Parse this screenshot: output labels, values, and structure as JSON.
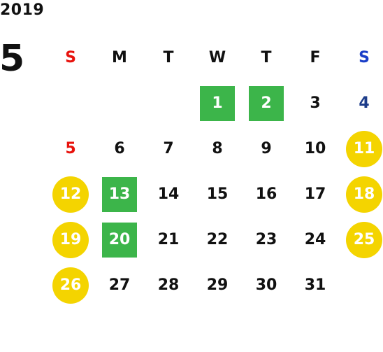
{
  "calendar": {
    "year": "2019",
    "month": "5",
    "weekdays": [
      "S",
      "M",
      "T",
      "W",
      "T",
      "F",
      "S"
    ],
    "weeks": [
      [
        {
          "day": ""
        },
        {
          "day": ""
        },
        {
          "day": ""
        },
        {
          "day": "1",
          "mark": "green-box"
        },
        {
          "day": "2",
          "mark": "green-box"
        },
        {
          "day": "3"
        },
        {
          "day": "4",
          "tone": "saturday"
        }
      ],
      [
        {
          "day": "5",
          "tone": "sunday"
        },
        {
          "day": "6"
        },
        {
          "day": "7"
        },
        {
          "day": "8"
        },
        {
          "day": "9"
        },
        {
          "day": "10"
        },
        {
          "day": "11",
          "mark": "yellow-circle"
        }
      ],
      [
        {
          "day": "12",
          "mark": "yellow-circle"
        },
        {
          "day": "13",
          "mark": "green-box"
        },
        {
          "day": "14"
        },
        {
          "day": "15"
        },
        {
          "day": "16"
        },
        {
          "day": "17"
        },
        {
          "day": "18",
          "mark": "yellow-circle"
        }
      ],
      [
        {
          "day": "19",
          "mark": "yellow-circle"
        },
        {
          "day": "20",
          "mark": "green-box"
        },
        {
          "day": "21"
        },
        {
          "day": "22"
        },
        {
          "day": "23"
        },
        {
          "day": "24"
        },
        {
          "day": "25",
          "mark": "yellow-circle"
        }
      ],
      [
        {
          "day": "26",
          "mark": "yellow-circle"
        },
        {
          "day": "27"
        },
        {
          "day": "28"
        },
        {
          "day": "29"
        },
        {
          "day": "30"
        },
        {
          "day": "31"
        },
        {
          "day": ""
        }
      ]
    ]
  },
  "colors": {
    "sunday": "#e8120c",
    "saturday_header": "#1a3ec8",
    "saturday_day": "#1d3c8a",
    "green_box": "#3cb54a",
    "yellow_circle": "#f4d400",
    "text": "#111111"
  }
}
